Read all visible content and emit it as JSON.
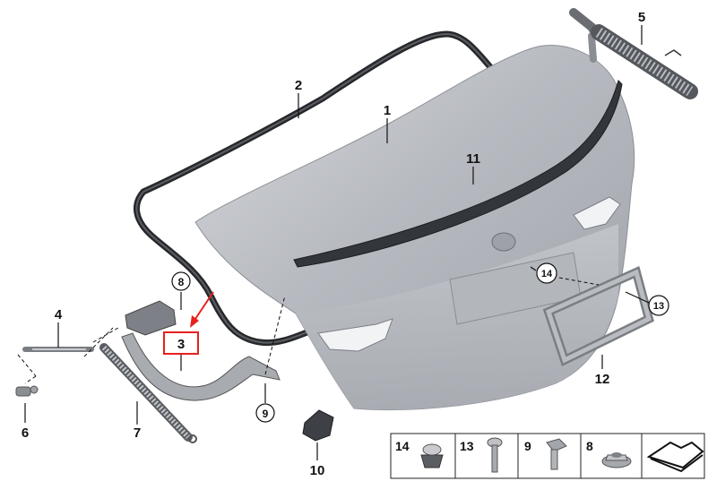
{
  "callouts": {
    "p1": "1",
    "p2": "2",
    "p3": "3",
    "p4": "4",
    "p5": "5",
    "p6": "6",
    "p7": "7",
    "p8": "8",
    "p9": "9",
    "p10": "10",
    "p11": "11",
    "p12": "12",
    "p13": "13",
    "p14": "14"
  },
  "legend": {
    "items": [
      {
        "number": "14",
        "icon": "expanding-nut-icon"
      },
      {
        "number": "13",
        "icon": "screw-icon"
      },
      {
        "number": "9",
        "icon": "hex-bolt-icon"
      },
      {
        "number": "8",
        "icon": "hex-nut-icon"
      }
    ],
    "direction_icon": "arrow-symbol-icon"
  },
  "highlight": {
    "part": "3",
    "color": "#e8201e"
  },
  "colors": {
    "panel": "#b9bcc1",
    "seal": "#2b2d30",
    "spoiler": "#3a3d42"
  }
}
